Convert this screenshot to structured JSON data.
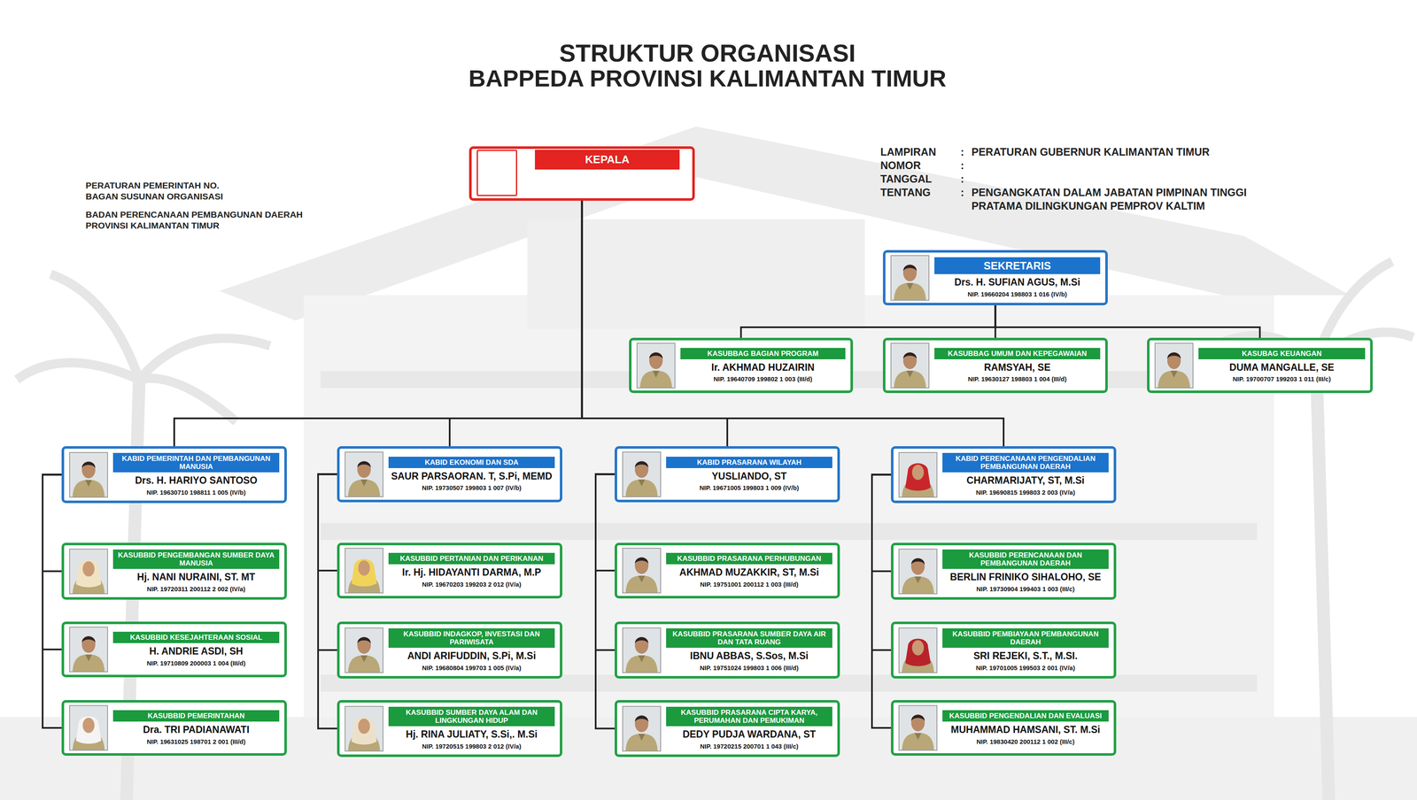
{
  "diagram": {
    "title": "STRUKTUR ORGANISASI",
    "nodes": [
      {
        "text": [
          "KEPALA"
        ]
      },
      {
        "text": [
          "SEKRETARIS",
          "Drs. H. SUFIAN AGUS, M.Si",
          "NIP. 19660204 198803 1 016 (IV/b)"
        ]
      },
      {
        "text": [
          "KASUBBAG BAGIAN PROGRAM",
          "Ir. AKHMAD HUZAIRIN",
          "NIP. 19640709 199802 1 003 (III/d)"
        ]
      },
      {
        "text": [
          "KASUBBAG UMUM DAN KEPEGAWAIAN",
          "RAMSYAH, SE",
          "NIP. 19630127 198803 1 004 (III/d)"
        ]
      },
      {
        "text": [
          "KASUBAG KEUANGAN",
          "DUMA MANGALLE, SE",
          "NIP. 19700707 199203 1 011 (III/c)"
        ]
      },
      {
        "text": [
          "KABID PEMERINTAH DAN PEMBANGUNAN MANUSIA",
          "Drs. H. HARIYO SANTOSO",
          "NIP. 19630710 198811 1 005 (IV/b)"
        ]
      },
      {
        "text": [
          "KABID EKONOMI DAN SDA",
          "SAUR PARSAORAN. T, S.Pi, MEMD",
          "NIP. 19730507 199803 1 007 (IV/b)"
        ]
      },
      {
        "text": [
          "KABID PRASARANA WILAYAH",
          "YUSLIANDO, ST",
          "NIP. 19671005 199803 1 009 (IV/b)"
        ]
      },
      {
        "text": [
          "KABID PERENCANAAN PENGENDALIAN PEMBANGUNAN DAERAH",
          "CHARMARIJATY, ST, M.Si",
          "NIP. 19690815 199803 2 003 (IV/a)"
        ]
      },
      {
        "text": [
          "KASUBBID PENGEMBANGAN SUMBER DAYA MANUSIA",
          "Hj. NANI NURAINI, ST. MT",
          "NIP. 19720311 200112 2 002 (IV/a)"
        ]
      },
      {
        "text": [
          "KASUBBID PERTANIAN DAN PERIKANAN",
          "Ir. Hj. HIDAYANTI DARMA, M.P",
          "NIP. 19670203 199203 2 012 (IV/a)"
        ]
      },
      {
        "text": [
          "KASUBBID PRASARANA PERHUBUNGAN",
          "AKHMAD MUZAKKIR, ST, M.Si",
          "NIP. 19751001 200112 1 003 (III/d)"
        ]
      },
      {
        "text": [
          "KASUBBID PERENCANAAN DAN PEMBANGUNAN DAERAH",
          "BERLIN FRINIKO SIHALOHO, SE",
          "NIP. 19730904 199403 1 003 (III/c)"
        ]
      },
      {
        "text": [
          "KASUBBID KESEJAHTERAAN SOSIAL",
          "H. ANDRIE ASDI, SH",
          "NIP. 19710809 200003 1 004 (III/d)"
        ]
      },
      {
        "text": [
          "KASUBBID INDAGKOP, INVESTASI DAN PARIWISATA",
          "ANDI ARIFUDDIN, S.Pi, M.Si",
          "NIP. 19680804 199703 1 005 (IV/a)"
        ]
      },
      {
        "text": [
          "KASUBBID PRASARANA SUMBER DAYA AIR DAN TATA RUANG",
          "IBNU ABBAS, S.Sos, M.Si",
          "NIP. 19751024 199803 1 006 (III/d)"
        ]
      },
      {
        "text": [
          "KASUBBID PEMBIAYAAN PEMBANGUNAN DAERAH",
          "SRI REJEKI, S.T., M.SI.",
          "NIP. 19701005 199503 2 001 (IV/a)"
        ]
      },
      {
        "text": [
          "KASUBBID PEMERINTAHAN",
          "Dra. TRI PADIANAWATI",
          "NIP. 19631025 198701 2 001 (III/d)"
        ]
      },
      {
        "text": [
          "KASUBBID SUMBER DAYA ALAM DAN LINGKUNGAN HIDUP",
          "Hj. RINA JULIATY, S.Si,. M.Si",
          "NIP. 19720515 199803 2 012 (IV/a)"
        ]
      },
      {
        "text": [
          "KASUBBID PRASARANA CIPTA KARYA, PERUMAHAN DAN PEMUKIMAN",
          "DEDY PUDJA WARDANA, ST",
          "NIP. 19720215 200701 1 043 (III/c)"
        ]
      },
      {
        "text": [
          "KASUBBID PENGENDALIAN DAN EVALUASI",
          "MUHAMMAD HAMSANI, ST. M.Si",
          "NIP. 19830420 200112 1 002 (III/c)"
        ]
      }
    ],
    "edges": [
      {
        "from": 0,
        "to": 5,
        "arrow": "none"
      },
      {
        "from": 0,
        "to": 6,
        "arrow": "none"
      },
      {
        "from": 0,
        "to": 7,
        "arrow": "none"
      },
      {
        "from": 0,
        "to": 8,
        "arrow": "none"
      },
      {
        "from": 1,
        "to": 2,
        "arrow": "none"
      },
      {
        "from": 1,
        "to": 3,
        "arrow": "none"
      },
      {
        "from": 1,
        "to": 4,
        "arrow": "none"
      },
      {
        "from": 5,
        "to": 9,
        "arrow": "none"
      },
      {
        "from": 5,
        "to": 13,
        "arrow": "none"
      },
      {
        "from": 5,
        "to": 17,
        "arrow": "none"
      },
      {
        "from": 6,
        "to": 10,
        "arrow": "none"
      },
      {
        "from": 6,
        "to": 14,
        "arrow": "none"
      },
      {
        "from": 6,
        "to": 18,
        "arrow": "none"
      },
      {
        "from": 7,
        "to": 11,
        "arrow": "none"
      },
      {
        "from": 7,
        "to": 15,
        "arrow": "none"
      },
      {
        "from": 7,
        "to": 19,
        "arrow": "none"
      },
      {
        "from": 8,
        "to": 12,
        "arrow": "none"
      },
      {
        "from": 8,
        "to": 16,
        "arrow": "none"
      },
      {
        "from": 8,
        "to": 20,
        "arrow": "none"
      }
    ],
    "labels": [
      "BAPPEDA PROVINSI KALIMANTAN TIMUR",
      "PERATURAN PEMERINTAH NO.",
      "BAGAN SUSUNAN ORGANISASI",
      "BADAN PERENCANAAN PEMBANGUNAN DAERAH",
      "PROVINSI KALIMANTAN TIMUR",
      "LAMPIRAN",
      ":",
      "PERATURAN GUBERNUR KALIMANTAN TIMUR",
      "NOMOR",
      ":",
      "TANGGAL",
      ":",
      "TENTANG",
      ":",
      "PENGANGKATAN DALAM JABATAN PIMPINAN TINGGI PRATAMA DILINGKUNGAN PEMPROV KALTIM"
    ]
  }
}
